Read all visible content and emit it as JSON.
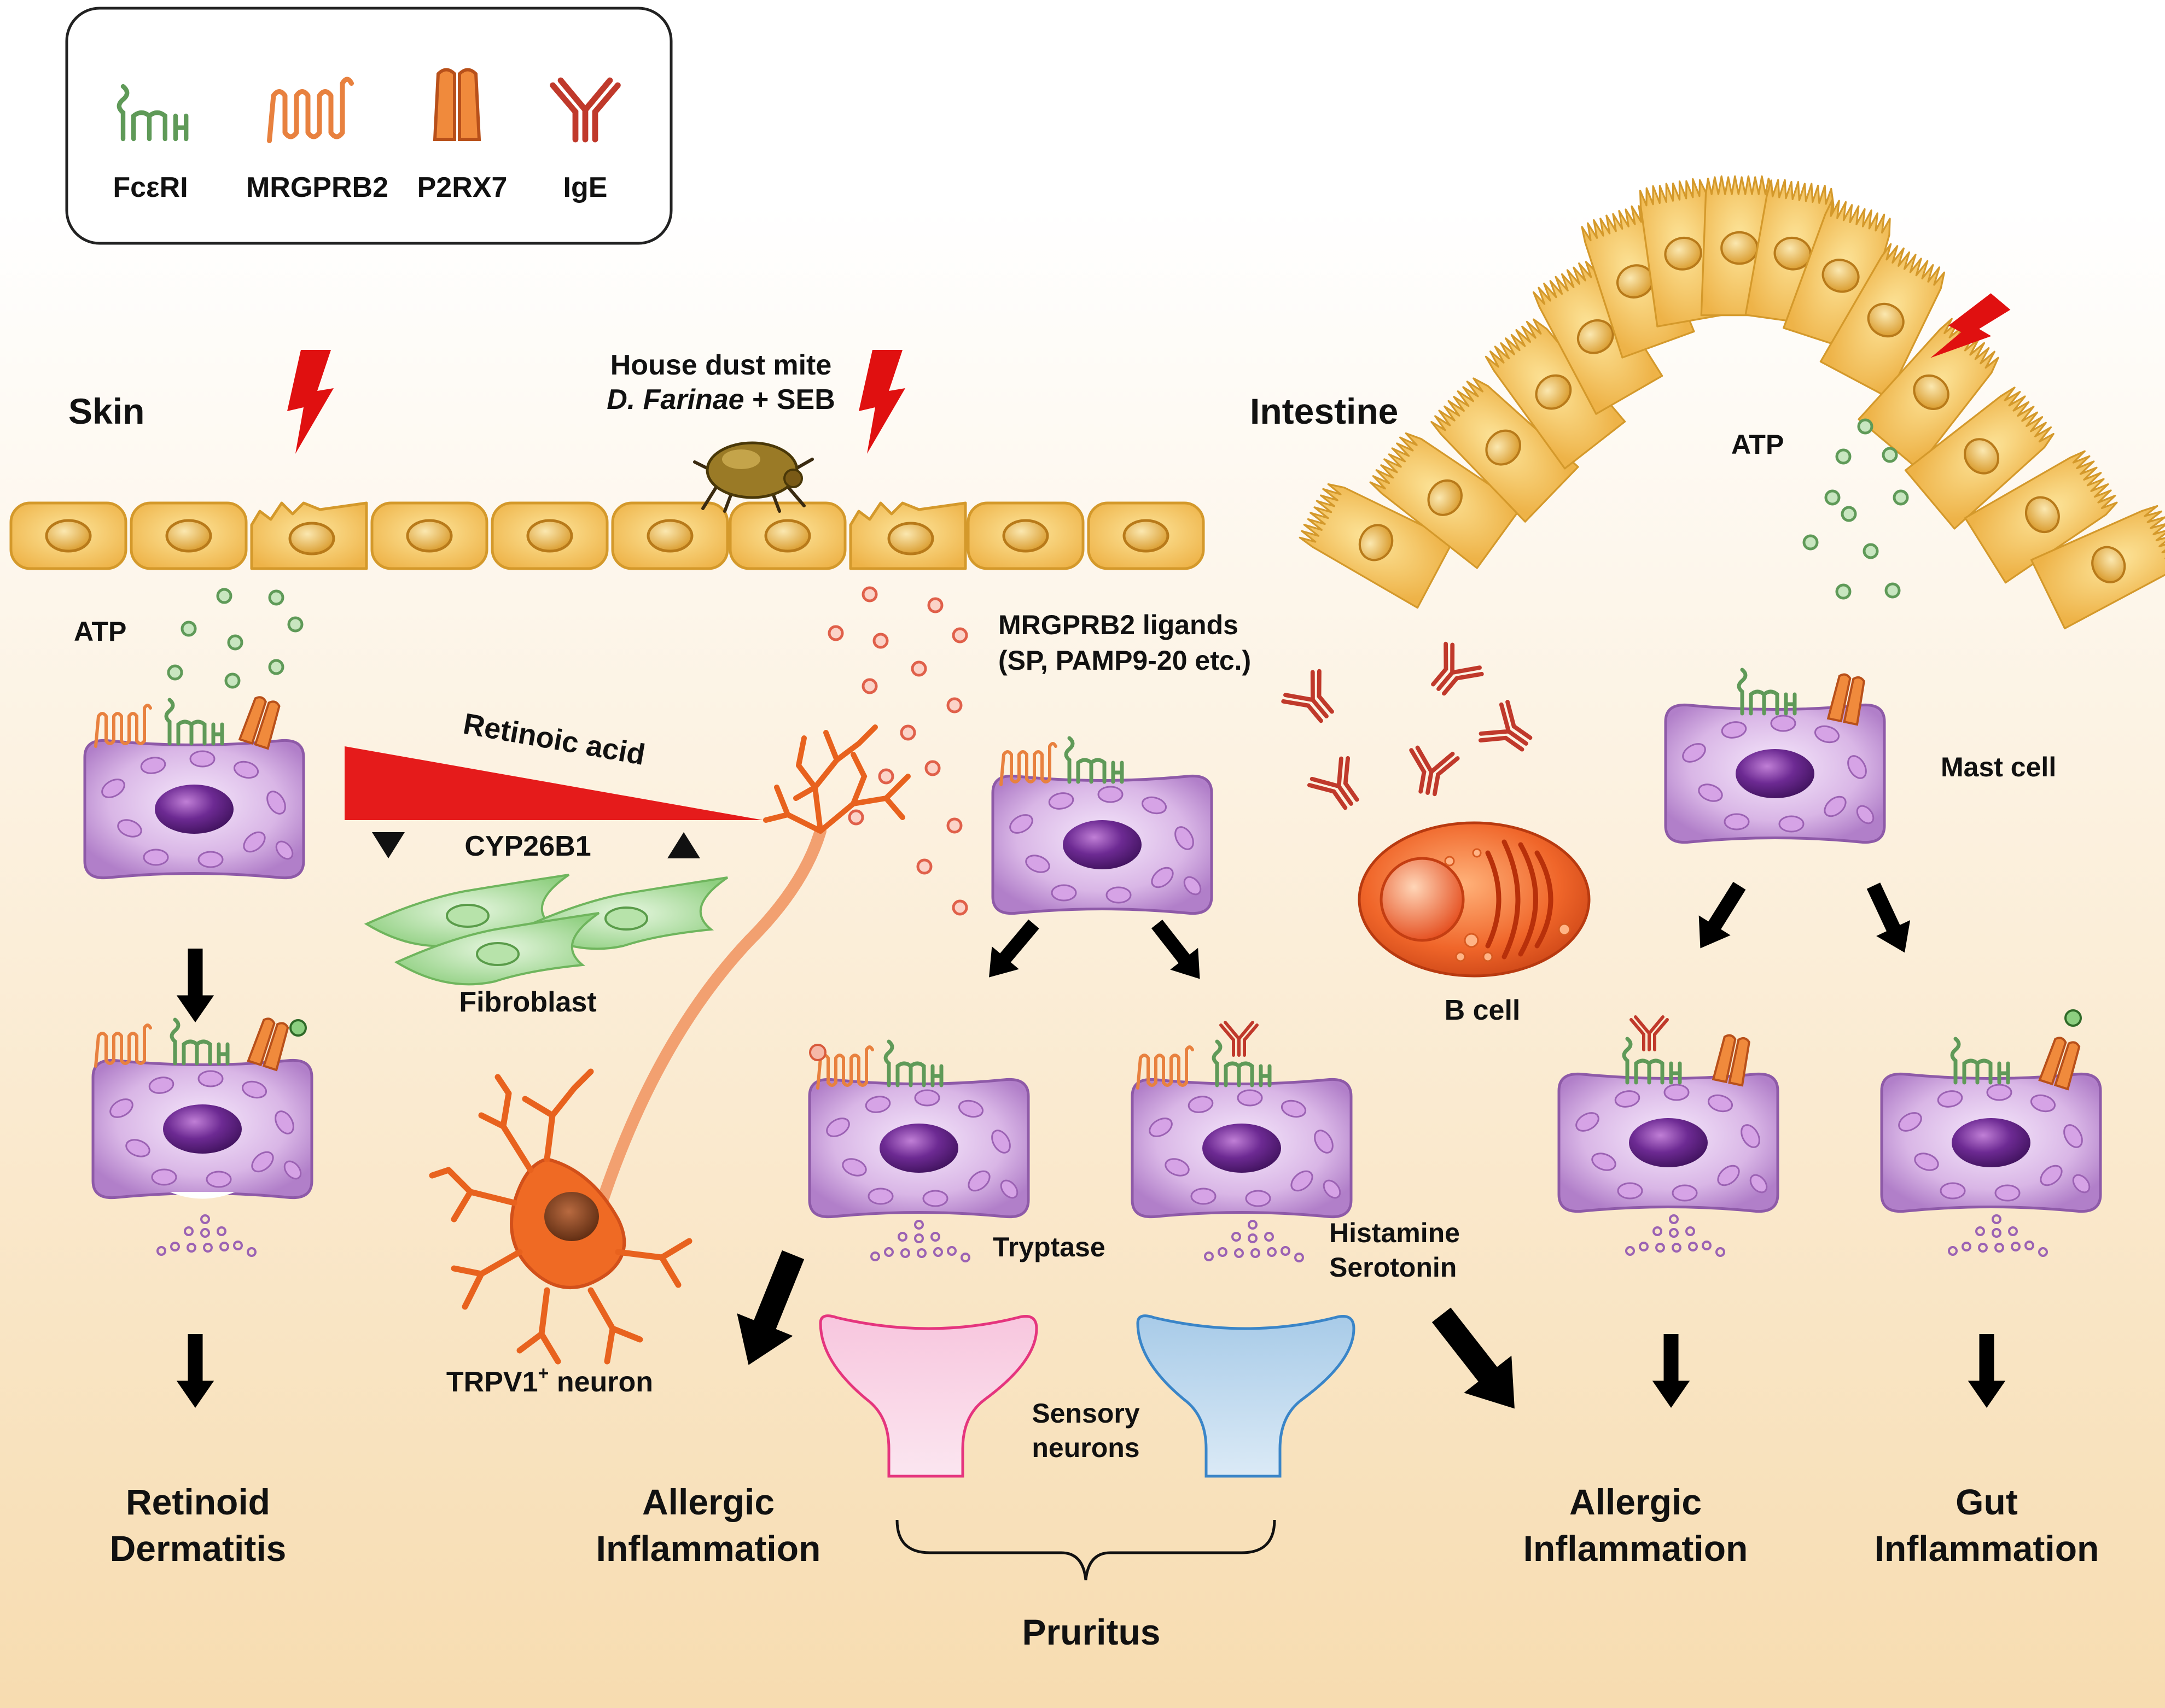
{
  "legend": {
    "items": [
      {
        "label": "FcεRI",
        "color": "#5f9a58",
        "icon": "fceri-receptor-icon"
      },
      {
        "label": "MRGPRB2",
        "color": "#e8813f",
        "icon": "mrgprb2-receptor-icon"
      },
      {
        "label": "P2RX7",
        "color": "#e6722e",
        "icon": "p2rx7-channel-icon"
      },
      {
        "label": "IgE",
        "color": "#c0392b",
        "icon": "ige-antibody-icon"
      }
    ]
  },
  "regions": {
    "skin": "Skin",
    "intestine": "Intestine"
  },
  "labels": {
    "atp_skin": "ATP",
    "atp_intestine": "ATP",
    "house_dust_mite_line1": "House dust mite",
    "house_dust_mite_italic": "D. Farinae",
    "house_dust_mite_suffix": " + SEB",
    "mrgprb2_ligands_line1": "MRGPRB2 ligands",
    "mrgprb2_ligands_line2": "(SP, PAMP9-20  etc.)",
    "retinoic_acid": "Retinoic acid",
    "cyp26b1": "CYP26B1",
    "fibroblast": "Fibroblast",
    "trpv1_neuron_prefix": "TRPV1",
    "trpv1_neuron_sup": "+",
    "trpv1_neuron_suffix": " neuron",
    "tryptase": "Tryptase",
    "histamine": "Histamine",
    "serotonin": "Serotonin",
    "sensory_neurons_line1": "Sensory",
    "sensory_neurons_line2": "neurons",
    "b_cell": "B cell",
    "mast_cell": "Mast cell"
  },
  "outcomes": {
    "retinoid_line1": "Retinoid",
    "retinoid_line2": "Dermatitis",
    "allergic_skin_line1": "Allergic",
    "allergic_skin_line2": "Inflammation",
    "allergic_gut_line1": "Allergic",
    "allergic_gut_line2": "Inflammation",
    "gut_line1": "Gut",
    "gut_line2": "Inflammation",
    "pruritus": "Pruritus"
  },
  "colors": {
    "background_top": "#ffffff",
    "background_bottom": "#f7dfb7",
    "epithelial_cell": "#f4c35f",
    "mast_cell": "#c79ad9",
    "nucleus": "#6a2a8f",
    "atp_dot": "#5f9a58",
    "ligand_dot": "#e8806a",
    "granule_dot": "#9b62b3",
    "lightning": "#e01010",
    "retinoic_wedge": "#e51b1b",
    "fibroblast": "#a6dc98",
    "neuron": "#e8621e",
    "b_cell": "#f26a2a",
    "sensory_neuron_pink": "#f6b8d7",
    "sensory_neuron_blue": "#a9cdea",
    "arrow": "#000000"
  }
}
